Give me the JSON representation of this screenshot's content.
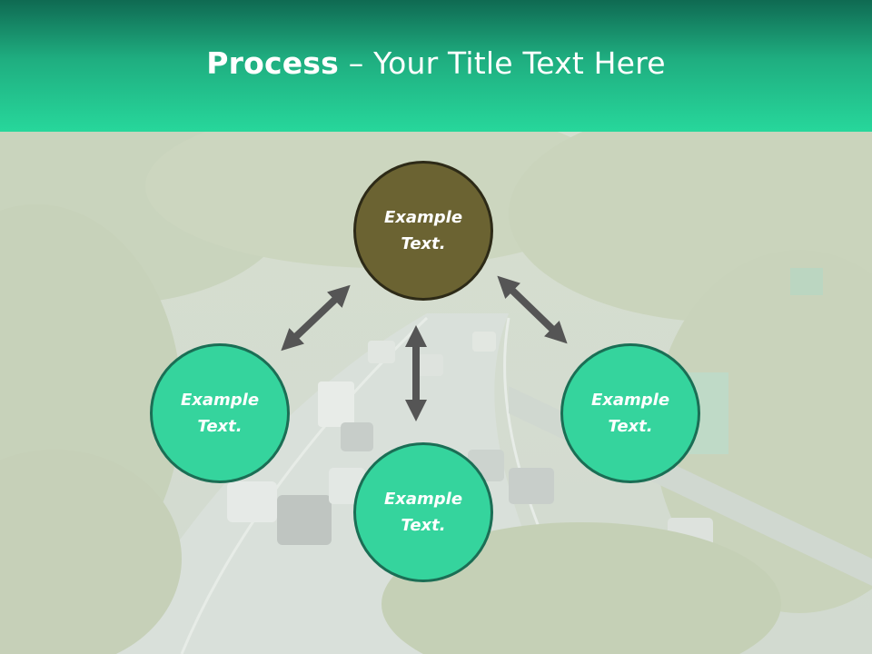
{
  "header": {
    "title_bold": "Process",
    "title_sep": " – ",
    "title_rest": "Your Title Text Here"
  },
  "colors": {
    "header_top": "#0f6a52",
    "header_bottom": "#27d79b",
    "node_accent": "#35d49d",
    "node_highlight": "#6b6332",
    "arrow": "#555555"
  },
  "diagram": {
    "nodes": [
      {
        "id": "top",
        "label": "Example\nText."
      },
      {
        "id": "left",
        "label": "Example\nText."
      },
      {
        "id": "right",
        "label": "Example\nText."
      },
      {
        "id": "bottom",
        "label": "Example\nText."
      }
    ],
    "connections": [
      {
        "from": "top",
        "to": "left",
        "type": "double-arrow"
      },
      {
        "from": "top",
        "to": "right",
        "type": "double-arrow"
      },
      {
        "from": "top",
        "to": "bottom",
        "type": "double-arrow"
      }
    ]
  },
  "background": {
    "icon": "highway-photo"
  }
}
